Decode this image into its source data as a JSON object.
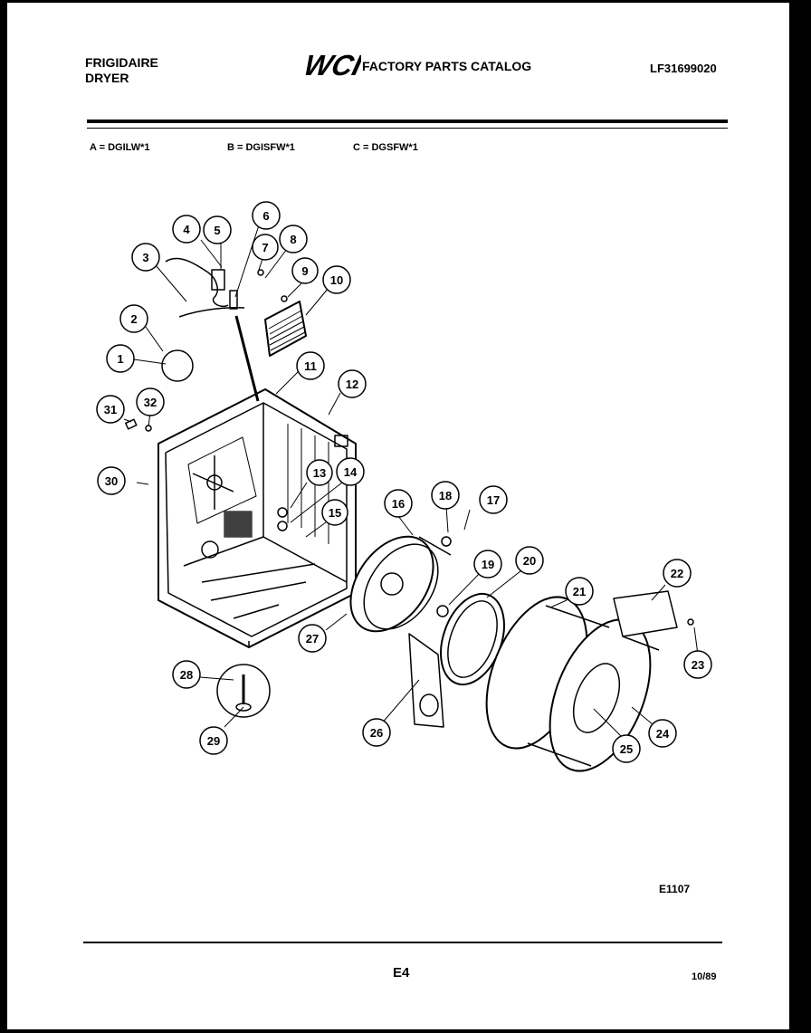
{
  "header": {
    "brand": "FRIGIDAIRE",
    "product": "DRYER",
    "logo_text": "WCI",
    "catalog_title": "FACTORY PARTS CATALOG",
    "catalog_number": "LF31699020"
  },
  "models": [
    {
      "label": "A = DGILW*1"
    },
    {
      "label": "B = DGISFW*1"
    },
    {
      "label": "C = DGSFW*1"
    }
  ],
  "callouts": [
    "1",
    "2",
    "3",
    "4",
    "5",
    "6",
    "7",
    "8",
    "9",
    "10",
    "11",
    "12",
    "13",
    "14",
    "15",
    "16",
    "17",
    "18",
    "19",
    "20",
    "21",
    "22",
    "23",
    "24",
    "25",
    "26",
    "27",
    "28",
    "29",
    "30",
    "31",
    "32"
  ],
  "footer": {
    "figure_code": "E1107",
    "page_number": "E4",
    "date": "10/89"
  }
}
